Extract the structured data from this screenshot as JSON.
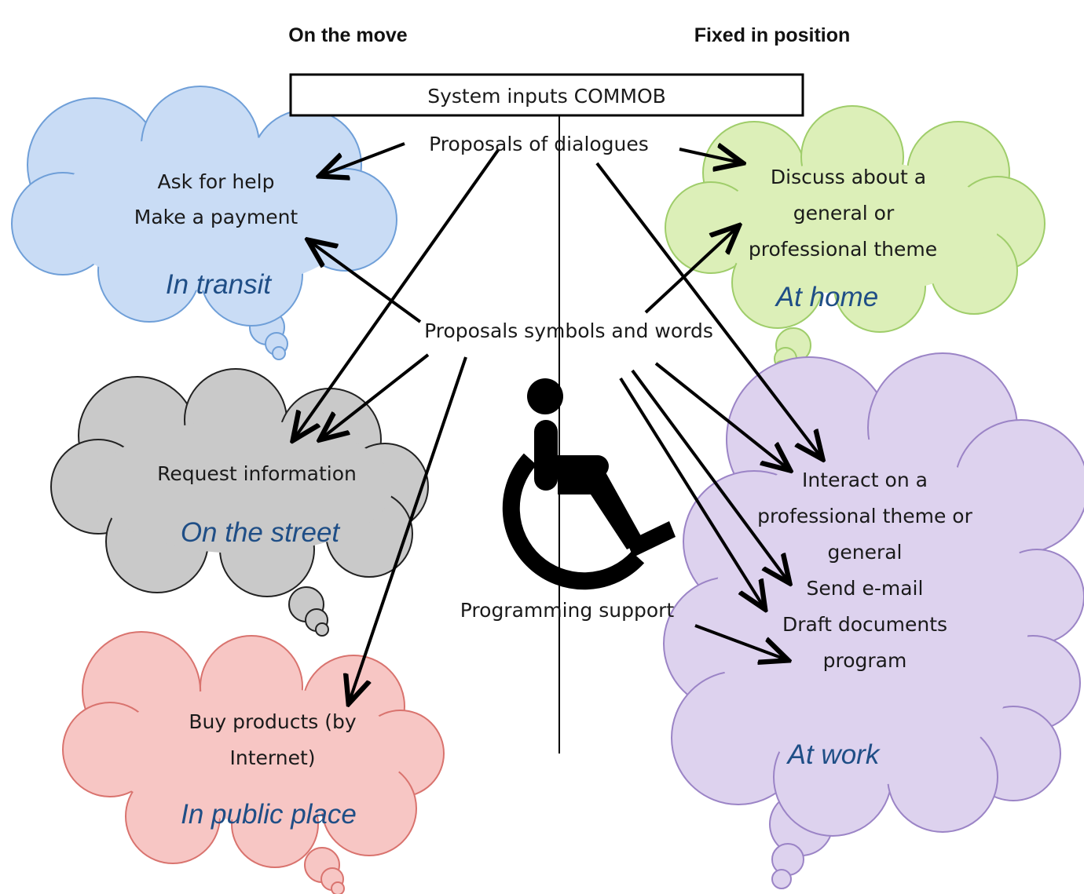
{
  "headers": {
    "left": "On the move",
    "right": "Fixed in position"
  },
  "system_box": "System inputs COMMOB",
  "center_labels": {
    "dialogues": "Proposals of dialogues",
    "symbols": "Proposals symbols and words",
    "programming": "Programming support"
  },
  "icon": "wheelchair-icon",
  "clouds": {
    "transit": {
      "lines": [
        "Ask for help",
        "Make a payment"
      ],
      "context": "In transit",
      "fill": "#c9dcf5",
      "stroke": "#6f9fd8"
    },
    "street": {
      "lines": [
        "Request information"
      ],
      "context": "On the street",
      "fill": "#c9c9c9",
      "stroke": "#222222"
    },
    "public": {
      "lines": [
        "Buy products (by",
        "Internet)"
      ],
      "context": "In public place",
      "fill": "#f7c6c4",
      "stroke": "#d9736e"
    },
    "home": {
      "lines": [
        "Discuss about a",
        "general or",
        "professional theme"
      ],
      "context": "At home",
      "fill": "#dcefb8",
      "stroke": "#9fcd6a"
    },
    "work": {
      "lines": [
        "Interact on a",
        "professional theme or",
        "general",
        "Send e-mail",
        "Draft documents",
        "program"
      ],
      "context": "At work",
      "fill": "#ddd2ee",
      "stroke": "#9b84c6"
    }
  }
}
